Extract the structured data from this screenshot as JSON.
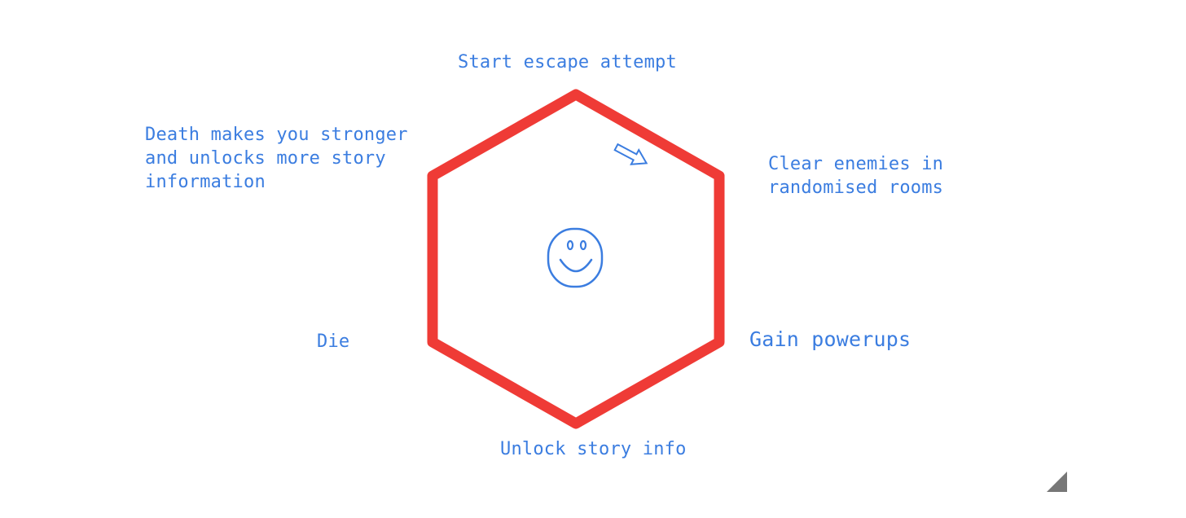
{
  "diagram": {
    "colors": {
      "cycle": "#ef3b36",
      "text": "#3b7de0",
      "corner": "#777777"
    },
    "icons": [
      "smiley-face-icon",
      "arrow-icon",
      "corner-triangle-icon"
    ],
    "labels": {
      "start": "Start escape attempt",
      "death": [
        "Death makes you stronger",
        "and unlocks more story",
        "information"
      ],
      "clear": [
        "Clear enemies in",
        "randomised rooms"
      ],
      "gain": "Gain powerups",
      "unlock": "Unlock story info",
      "die": "Die"
    }
  }
}
